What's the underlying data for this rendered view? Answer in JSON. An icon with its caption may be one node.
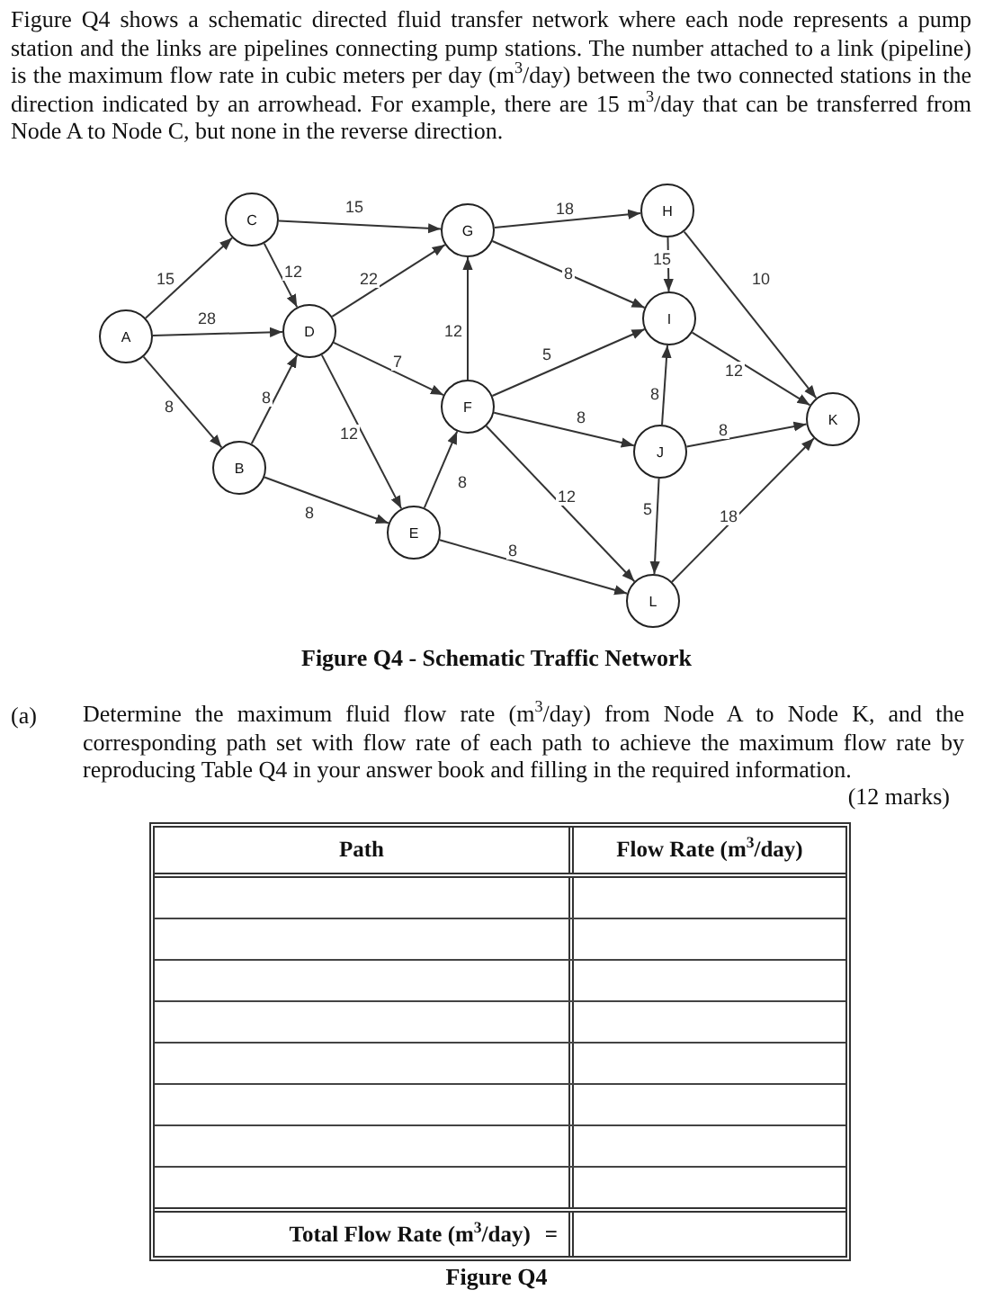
{
  "diagram": {
    "caption": "Figure Q4 - Schematic Traffic Network",
    "nodes": [
      {
        "text": [
          "A"
        ]
      },
      {
        "text": [
          "B"
        ]
      },
      {
        "text": [
          "C"
        ]
      },
      {
        "text": [
          "D"
        ]
      },
      {
        "text": [
          "E"
        ]
      },
      {
        "text": [
          "F"
        ]
      },
      {
        "text": [
          "G"
        ]
      },
      {
        "text": [
          "H"
        ]
      },
      {
        "text": [
          "I"
        ]
      },
      {
        "text": [
          "J"
        ]
      },
      {
        "text": [
          "K"
        ]
      },
      {
        "text": [
          "L"
        ]
      }
    ],
    "edges": [
      {
        "from": 0,
        "to": 2,
        "arrow": "to",
        "label": "15"
      },
      {
        "from": 0,
        "to": 3,
        "arrow": "to",
        "label": "28"
      },
      {
        "from": 0,
        "to": 1,
        "arrow": "to",
        "label": "8"
      },
      {
        "from": 2,
        "to": 6,
        "arrow": "to",
        "label": "15"
      },
      {
        "from": 2,
        "to": 3,
        "arrow": "to",
        "label": "12"
      },
      {
        "from": 1,
        "to": 3,
        "arrow": "to",
        "label": "8"
      },
      {
        "from": 1,
        "to": 4,
        "arrow": "to",
        "label": "8"
      },
      {
        "from": 3,
        "to": 6,
        "arrow": "to",
        "label": "22"
      },
      {
        "from": 3,
        "to": 5,
        "arrow": "to",
        "label": "7"
      },
      {
        "from": 3,
        "to": 4,
        "arrow": "to",
        "label": "12"
      },
      {
        "from": 4,
        "to": 5,
        "arrow": "to",
        "label": "8"
      },
      {
        "from": 5,
        "to": 6,
        "arrow": "to",
        "label": "12"
      },
      {
        "from": 4,
        "to": 11,
        "arrow": "to",
        "label": "8"
      },
      {
        "from": 6,
        "to": 7,
        "arrow": "to",
        "label": "18"
      },
      {
        "from": 6,
        "to": 8,
        "arrow": "to",
        "label": "8"
      },
      {
        "from": 5,
        "to": 8,
        "arrow": "to",
        "label": "5"
      },
      {
        "from": 5,
        "to": 9,
        "arrow": "to",
        "label": "8"
      },
      {
        "from": 5,
        "to": 11,
        "arrow": "to",
        "label": "12"
      },
      {
        "from": 7,
        "to": 8,
        "arrow": "to",
        "label": "15"
      },
      {
        "from": 7,
        "to": 10,
        "arrow": "to",
        "label": "10"
      },
      {
        "from": 8,
        "to": 10,
        "arrow": "to",
        "label": "12"
      },
      {
        "from": 9,
        "to": 8,
        "arrow": "to",
        "label": "8"
      },
      {
        "from": 9,
        "to": 10,
        "arrow": "to",
        "label": "8"
      },
      {
        "from": 9,
        "to": 11,
        "arrow": "to",
        "label": "5"
      },
      {
        "from": 11,
        "to": 10,
        "arrow": "to",
        "label": "18"
      }
    ],
    "labels": [
      "Figure Q4 shows a schematic directed fluid transfer network where each node represents a pump station and the links are pipelines connecting pump stations. The number attached to a link (pipeline) is the maximum flow rate in cubic meters per day (m$^{3}$/day) between the two connected stations in the direction indicated by an arrowhead. For example, there are 15 m$^{3}$/day that can be transferred from Node A to Node C, but none in the reverse direction.",
      "(a)",
      "Determine the maximum fluid flow rate (m$^{3}$/day) from Node A to Node K, and the corresponding path set with flow rate of each path to achieve the maximum flow rate by reproducing Table Q4 in your answer book and filling in the required information.",
      "(12 marks)",
      "Path",
      "Flow Rate (m$^{3}$/day)",
      "Total Flow Rate (m$^{3}$/day)",
      "=",
      "Figure Q4"
    ]
  }
}
